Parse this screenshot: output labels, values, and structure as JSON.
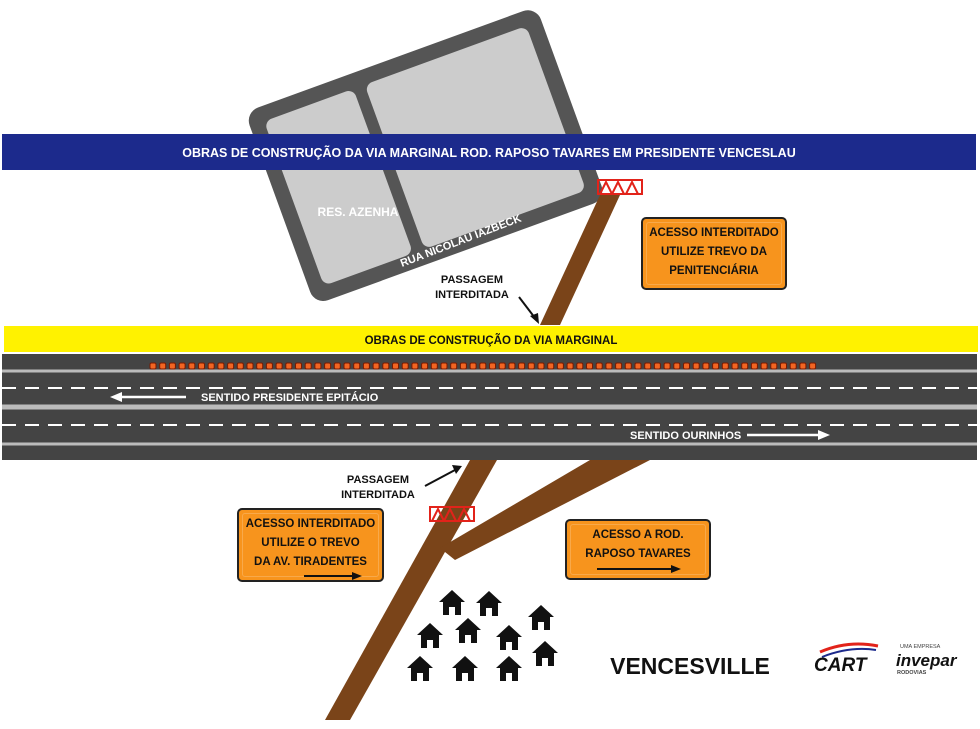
{
  "title_banner": "OBRAS DE CONSTRUÇÃO DA VIA MARGINAL ROD. RAPOSO TAVARES EM PRESIDENTE VENCESLAU",
  "works_strip": "OBRAS DE CONSTRUÇÃO DA VIA MARGINAL",
  "reservoir_label": "RES. AZENHA",
  "street_label": "RUA NICOLAU IAZBECK",
  "passage_north": [
    "PASSAGEM",
    "INTERDITADA"
  ],
  "passage_south": [
    "PASSAGEM",
    "INTERDITADA"
  ],
  "direction_west": "SENTIDO PRESIDENTE EPITÁCIO",
  "direction_east": "SENTIDO OURINHOS",
  "sign_penitenciaria": [
    "ACESSO INTERDITADO",
    "UTILIZE TREVO DA",
    "PENITENCIÁRIA"
  ],
  "sign_tiradentes": [
    "ACESSO INTERDITADO",
    "UTILIZE O TREVO",
    "DA AV. TIRADENTES"
  ],
  "sign_raposo": [
    "ACESSO A ROD.",
    "RAPOSO TAVARES"
  ],
  "neighborhood_label": "VENCESVILLE",
  "logos": {
    "cart": "CART",
    "invepar": "invepar",
    "invepar_tag": "UMA EMPRESA",
    "invepar_sub": "RODOVIAS"
  },
  "colors": {
    "banner_blue": "#1c2a8c",
    "works_yellow": "#fff200",
    "asphalt": "#444444",
    "block_gray": "#555555",
    "plot_gray": "#cccccc",
    "dirt_road": "#7a4419",
    "sign_orange": "#f7941d",
    "barrier_red": "#e2231a"
  }
}
